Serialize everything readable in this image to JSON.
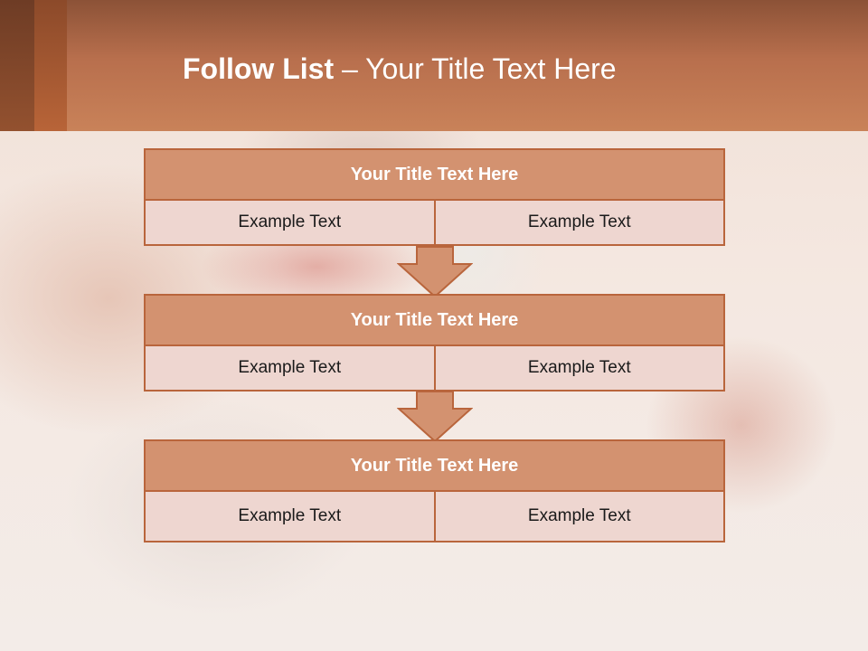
{
  "slide": {
    "title_bold": "Follow List",
    "title_rest": " – Your Title Text Here"
  },
  "blocks": [
    {
      "title": "Your Title Text Here",
      "cells": [
        "Example Text",
        "Example Text"
      ]
    },
    {
      "title": "Your Title Text Here",
      "cells": [
        "Example Text",
        "Example Text"
      ]
    },
    {
      "title": "Your Title Text Here",
      "cells": [
        "Example Text",
        "Example Text"
      ]
    }
  ],
  "colors": {
    "header": "#c98259",
    "block_title_fill": "#d39270",
    "block_cell_fill": "#eed6d0",
    "border": "#b9653c",
    "arrow": "#d39270"
  },
  "icons": [
    "down-arrow-icon",
    "down-arrow-icon"
  ]
}
